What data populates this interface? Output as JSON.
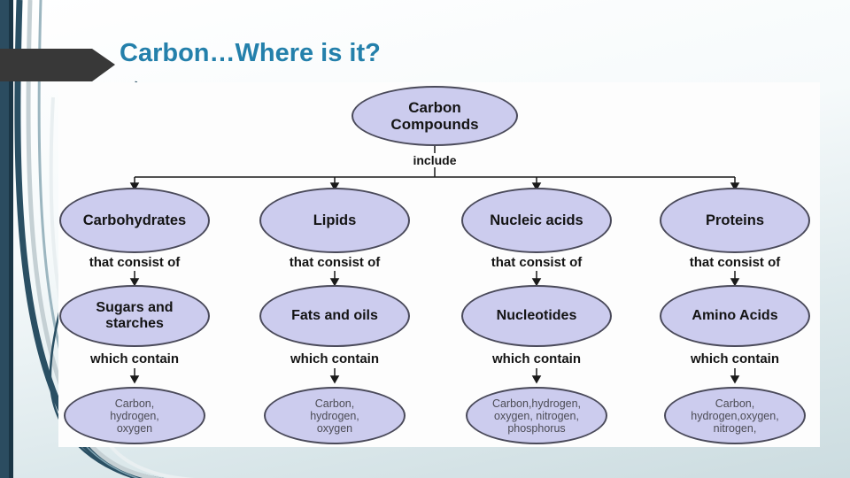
{
  "slide": {
    "title": "Carbon…Where is it?"
  },
  "diagram": {
    "root_label": "Carbon\nCompounds",
    "include_label": "include",
    "columns": [
      {
        "category": "Carbohydrates",
        "consist_label": "that consist of",
        "component": "Sugars and\nstarches",
        "contain_label": "which contain",
        "elements": "Carbon,\nhydrogen,\noxygen"
      },
      {
        "category": "Lipids",
        "consist_label": "that consist of",
        "component": "Fats and oils",
        "contain_label": "which contain",
        "elements": "Carbon,\nhydrogen,\noxygen"
      },
      {
        "category": "Nucleic acids",
        "consist_label": "that consist of",
        "component": "Nucleotides",
        "contain_label": "which contain",
        "elements": "Carbon,hydrogen,\noxygen, nitrogen,\nphosphorus"
      },
      {
        "category": "Proteins",
        "consist_label": "that consist of",
        "component": "Amino Acids",
        "contain_label": "which contain",
        "elements": "Carbon,\nhydrogen,oxygen,\nnitrogen,"
      }
    ],
    "colors": {
      "title_accent": "#2480ab",
      "ellipse_fill": "#ccccee",
      "ellipse_border": "#4a4a5a",
      "connector": "#1a1a1a",
      "sidebar_dark": "#2b4c60",
      "arrow_shape": "#383838"
    }
  }
}
